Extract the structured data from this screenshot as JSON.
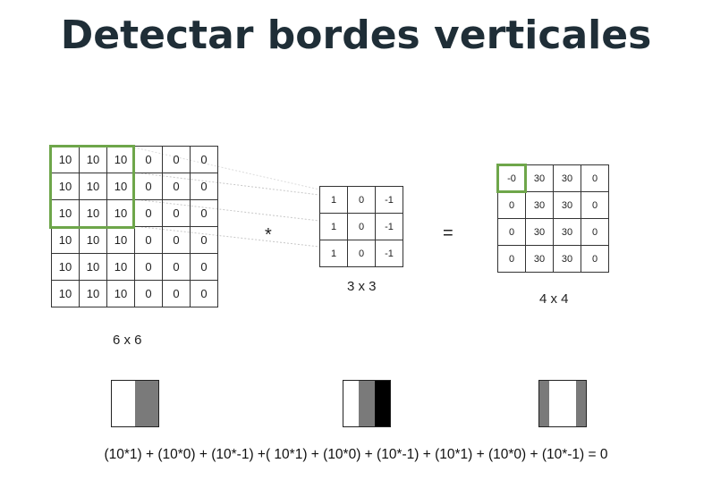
{
  "title": "Detectar bordes verticales",
  "input_matrix": {
    "rows": [
      [
        "10",
        "10",
        "10",
        "0",
        "0",
        "0"
      ],
      [
        "10",
        "10",
        "10",
        "0",
        "0",
        "0"
      ],
      [
        "10",
        "10",
        "10",
        "0",
        "0",
        "0"
      ],
      [
        "10",
        "10",
        "10",
        "0",
        "0",
        "0"
      ],
      [
        "10",
        "10",
        "10",
        "0",
        "0",
        "0"
      ],
      [
        "10",
        "10",
        "10",
        "0",
        "0",
        "0"
      ]
    ],
    "label": "6 x 6"
  },
  "kernel": {
    "rows": [
      [
        "1",
        "0",
        "-1"
      ],
      [
        "1",
        "0",
        "-1"
      ],
      [
        "1",
        "0",
        "-1"
      ]
    ],
    "label": "3 x 3"
  },
  "output_matrix": {
    "rows": [
      [
        "-0",
        "30",
        "30",
        "0"
      ],
      [
        "0",
        "30",
        "30",
        "0"
      ],
      [
        "0",
        "30",
        "30",
        "0"
      ],
      [
        "0",
        "30",
        "30",
        "0"
      ]
    ],
    "label": "4 x 4"
  },
  "operators": {
    "convolve": "*",
    "equals": "="
  },
  "formula": "(10*1) + (10*0) + (10*-1) +( 10*1) + (10*0) + (10*-1)  + (10*1) + (10*0) + (10*-1)  = 0",
  "colors": {
    "title": "#1f2e37",
    "highlight": "#6ea64a",
    "gray": "#7a7a7a",
    "black": "#000000",
    "white": "#ffffff"
  }
}
